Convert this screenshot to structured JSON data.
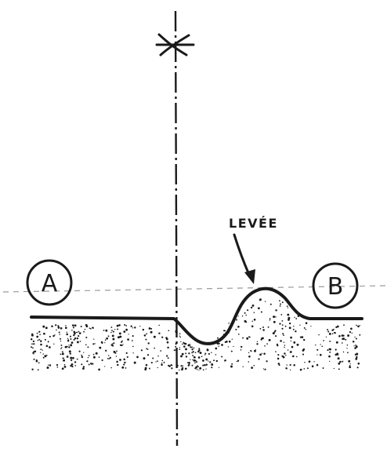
{
  "labels": {
    "point_a": "A",
    "point_b": "B",
    "levee": "LEVÉE"
  },
  "icons": {
    "axis_symbol": "asterisk-cross-icon"
  },
  "colors": {
    "ink": "#1a1a1a",
    "reference_line": "#9a9a9a"
  }
}
